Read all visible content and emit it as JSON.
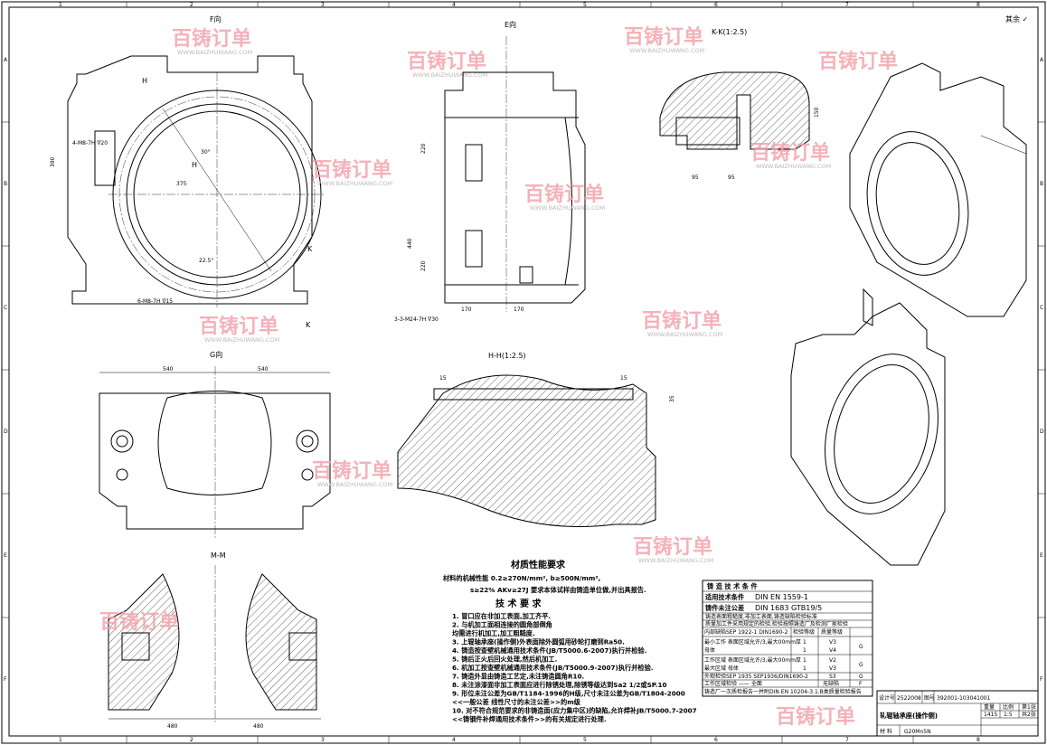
{
  "frame": {
    "columns": [
      "1",
      "2",
      "3",
      "4",
      "5",
      "6",
      "7",
      "8"
    ],
    "rows": [
      "A",
      "B",
      "C",
      "D",
      "E",
      "F"
    ]
  },
  "surface_note": "其余 ✓",
  "watermark": {
    "brand": "百铸订单",
    "url": "WWW.BAIZHUWANG.COM"
  },
  "views": {
    "f": "F向",
    "e": "E向",
    "kk": "K-K(1:2.5)",
    "hh": "H-H(1:2.5)",
    "g": "G向",
    "mm": "M-M"
  },
  "dimensions": {
    "g_left": "540",
    "g_right": "540",
    "mm_left": "480",
    "mm_right": "480",
    "f_375": "375",
    "f_390": "390",
    "f_22": "22.5°",
    "f_30": "30°",
    "f_hole1": "4-M8-7H ∇20",
    "f_hole2": "6-M8-7H ∇15",
    "e_220a": "220",
    "e_220b": "220",
    "e_440": "440",
    "e_170a": "170",
    "e_170b": "170",
    "e_hole": "3-3-M24-7H ∇30",
    "kk_95a": "95",
    "kk_95b": "95",
    "kk_150": "150",
    "hh_15": "15",
    "hh_35": "35"
  },
  "requirements": {
    "material_title": "材质性能要求",
    "material_line1": "材料的机械性能  0.2≥270N/mm², b≥500N/mm²,",
    "material_line2": "s≥22%  AKv≥27J  要求本体试样由铸造单位做,并出具报告.",
    "tech_title": "技 术 要 求",
    "items": [
      "1. 冒口应在非加工表面,加工齐平.",
      "2. 与机加工面相连接的圆角部倒角",
      "   均需进行机加工,加工粗糙度.",
      "3. 上辊轴承座(操作侧)外表面除外圆弧用砂轮打磨到Ra50.",
      "4. 铸造按查壁机械通用技术条件(JB/T5000.6-2007)执行并检验.",
      "5. 铸后正火后回火处理,然后机加工.",
      "6. 机加工按查壁机械通用技术条件(JB/T5000.9-2007)执行并检验.",
      "7. 铸造外显由铸造工艺定,未注铸造圆角R10.",
      "8. 未注涂漆面非加工表面应进行除锈处理,除锈等级达到Sa2 1/2或SP.10",
      "9. 形位未注公差为GB/T1184-1996的H级,尺寸未注公差为GB/T1804-2000",
      "   <<一般公差 线性尺寸的未注公差>>的m级",
      "10. 对不符合规范要求的非铸造面(应力集中区)的缺陷,允许焊补JB/T5000.7-2007",
      "   <<铸钢件补焊通用技术条件>>的有关规定进行处理."
    ]
  },
  "casting_table": {
    "title": "铸 造 技 术 条 件",
    "rows": [
      [
        "适用技术条件",
        "DIN EN 1559-1"
      ],
      [
        "铸件未注公差",
        "DIN 1683 GTB19/5"
      ]
    ],
    "notes": [
      "铸造表面粗糙度,非加工表面,铸造缺陷检验标准",
      "质量加工件采用规定的检验,检验按照铸造厂及检测厂家检验"
    ],
    "grid": [
      [
        "内部缺陷SEP 1922-1 DIN1690-2",
        "检验等级",
        "质量等级",
        ""
      ],
      [
        "最小工作 表面区域允许/3,最大00mm厚",
        "1",
        "V3",
        "G"
      ],
      [
        "      母体",
        "1",
        "V4",
        ""
      ],
      [
        "工作区域 表面区域允许/3,最大00mm厚",
        "1",
        "V2",
        "G"
      ],
      [
        "最大区域 母体",
        "1",
        "V3",
        ""
      ],
      [
        "外观检验SEP 1935 SEP1936/DIN1690-2",
        "",
        "S3",
        "G"
      ],
      [
        "工作区域检验 —— 全面",
        "",
        "无缺陷",
        "F"
      ]
    ],
    "footer": "铸造厂一次质检报告一并附DIN EN 10204-3.1.B类质量检验报告"
  },
  "title_block": {
    "design_no_label": "设计号",
    "design_no": "2522008",
    "drawing_no_label": "图号",
    "drawing_no": "392001-103041001",
    "part_name": "轧辊轴承座(操作侧)",
    "material_label": "材 料",
    "material": "G20Mn5N",
    "weight": "1415",
    "scale": "1:5",
    "sheets": "共2张",
    "headers": [
      "重量",
      "比例",
      "第1张"
    ]
  }
}
